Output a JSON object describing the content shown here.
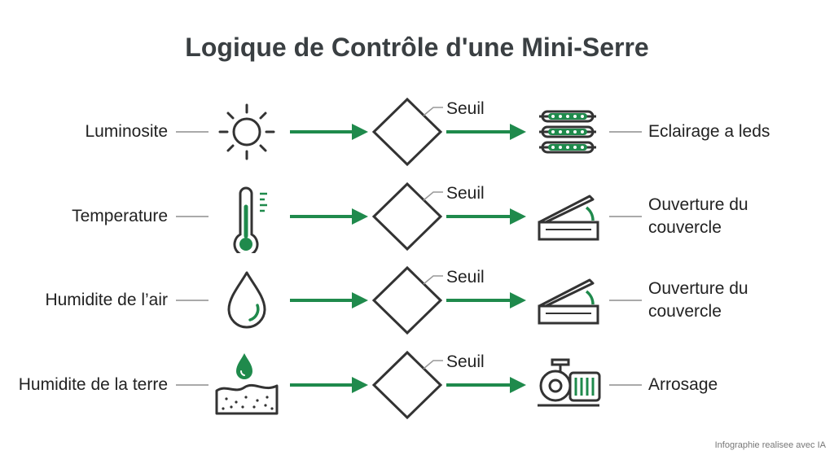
{
  "title": "Logique de Contrôle d'une Mini-Serre",
  "threshold_label": "Seuil",
  "rows": [
    {
      "input": "Luminosite",
      "input_icon": "sun-icon",
      "output": "Eclairage a leds",
      "output_icon": "led-light-icon"
    },
    {
      "input": "Temperature",
      "input_icon": "thermometer-icon",
      "output": "Ouverture du\ncouvercle",
      "output_icon": "lid-opening-icon"
    },
    {
      "input": "Humidite de l’air",
      "input_icon": "water-drop-icon",
      "output": "Ouverture du\ncouvercle",
      "output_icon": "lid-opening-icon"
    },
    {
      "input": "Humidite de la terre",
      "input_icon": "soil-moisture-icon",
      "output": "Arrosage",
      "output_icon": "water-pump-icon"
    }
  ],
  "footer": "Infographie realisee avec IA",
  "colors": {
    "arrow": "#1f8a4c",
    "line": "#333333",
    "connector": "#aaaaaa"
  }
}
